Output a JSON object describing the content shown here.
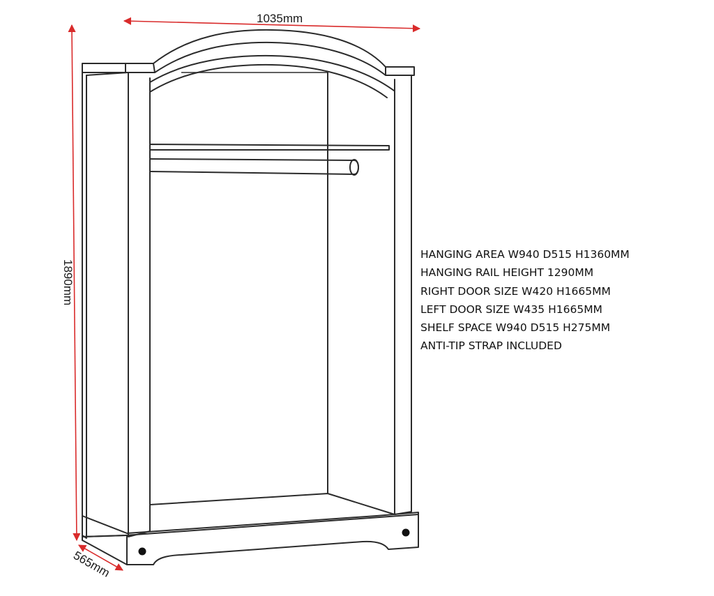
{
  "dimensions": {
    "width": "1035mm",
    "height": "1890mm",
    "depth": "565mm"
  },
  "specifications": [
    "HANGING AREA W940 D515 H1360MM",
    "HANGING RAIL HEIGHT 1290MM",
    "RIGHT DOOR SIZE W420 H1665MM",
    "LEFT DOOR SIZE W435 H1665MM",
    "SHELF SPACE W940 D515 H275MM",
    "ANTI-TIP STRAP INCLUDED"
  ],
  "colors": {
    "dimension_arrow": "#d92b2b",
    "outline": "#2b2b2b"
  }
}
